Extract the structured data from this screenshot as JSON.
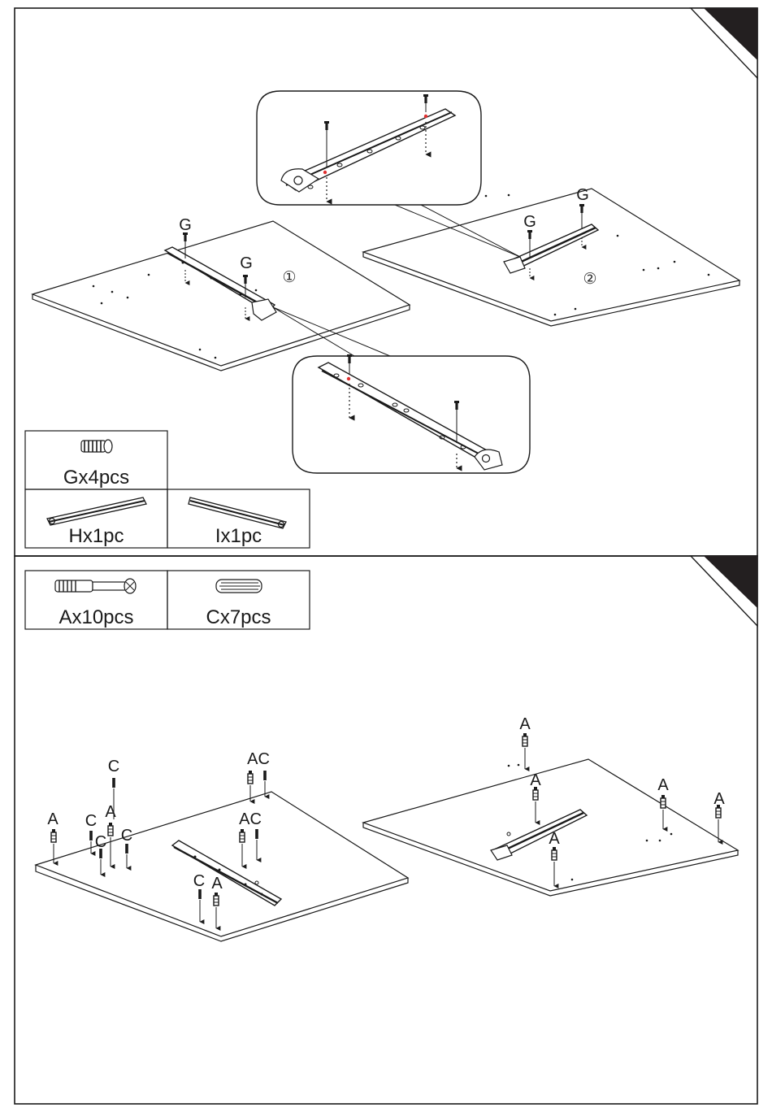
{
  "colors": {
    "ink": "#1a1a1a",
    "corner": "#231f20",
    "accent": "#e03030"
  },
  "step1": {
    "parts": [
      {
        "id": "G",
        "label": "Gx4pcs",
        "icon": "screw-icon"
      },
      {
        "id": "H",
        "label": "Hx1pc",
        "icon": "rail-h-icon"
      },
      {
        "id": "I",
        "label": "Ix1pc",
        "icon": "rail-i-icon"
      }
    ],
    "board_numbers": [
      "①",
      "②"
    ],
    "callout_letters": [
      "G",
      "G",
      "G",
      "G"
    ]
  },
  "step2": {
    "parts": [
      {
        "id": "A",
        "label": "Ax10pcs",
        "icon": "cam-bolt-icon"
      },
      {
        "id": "C",
        "label": "Cx7pcs",
        "icon": "dowel-icon"
      }
    ],
    "left_letters": [
      "C",
      "AC",
      "A",
      "C",
      "A",
      "C",
      "C",
      "AC",
      "C",
      "A"
    ],
    "right_letters": [
      "A",
      "A",
      "A",
      "A",
      "A"
    ]
  }
}
